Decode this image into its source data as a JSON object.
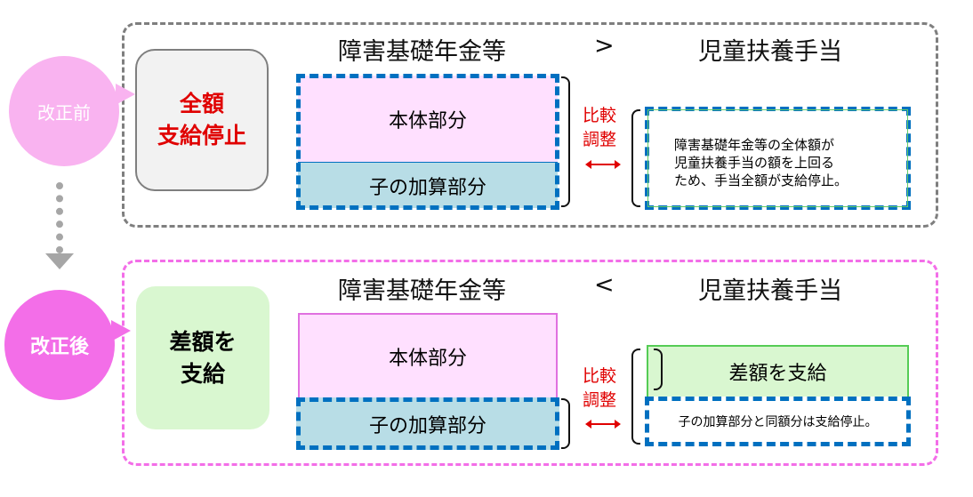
{
  "before": {
    "label": "改正前",
    "status_line1": "全額",
    "status_line2": "支給停止",
    "left_header": "障害基礎年金等",
    "comparator": ">",
    "right_header": "児童扶養手当",
    "main_part": "本体部分",
    "child_part": "子の加算部分",
    "adjust_line1": "比較",
    "adjust_line2": "調整",
    "note_lines": [
      "障害基礎年金等の全体額が",
      "児童扶養手当の額を上回る",
      "ため、手当全額が支給停止。"
    ]
  },
  "after": {
    "label": "改正後",
    "status_line1": "差額を",
    "status_line2": "支給",
    "left_header": "障害基礎年金等",
    "comparator": "<",
    "right_header": "児童扶養手当",
    "main_part": "本体部分",
    "child_part": "子の加算部分",
    "adjust_line1": "比較",
    "adjust_line2": "調整",
    "difference_paid": "差額を支給",
    "stopped_note": "子の加算部分と同額分は支給停止。"
  },
  "colors": {
    "accent_blue": "#0070c0",
    "red": "#e00000",
    "pink": "#f36ee8"
  }
}
